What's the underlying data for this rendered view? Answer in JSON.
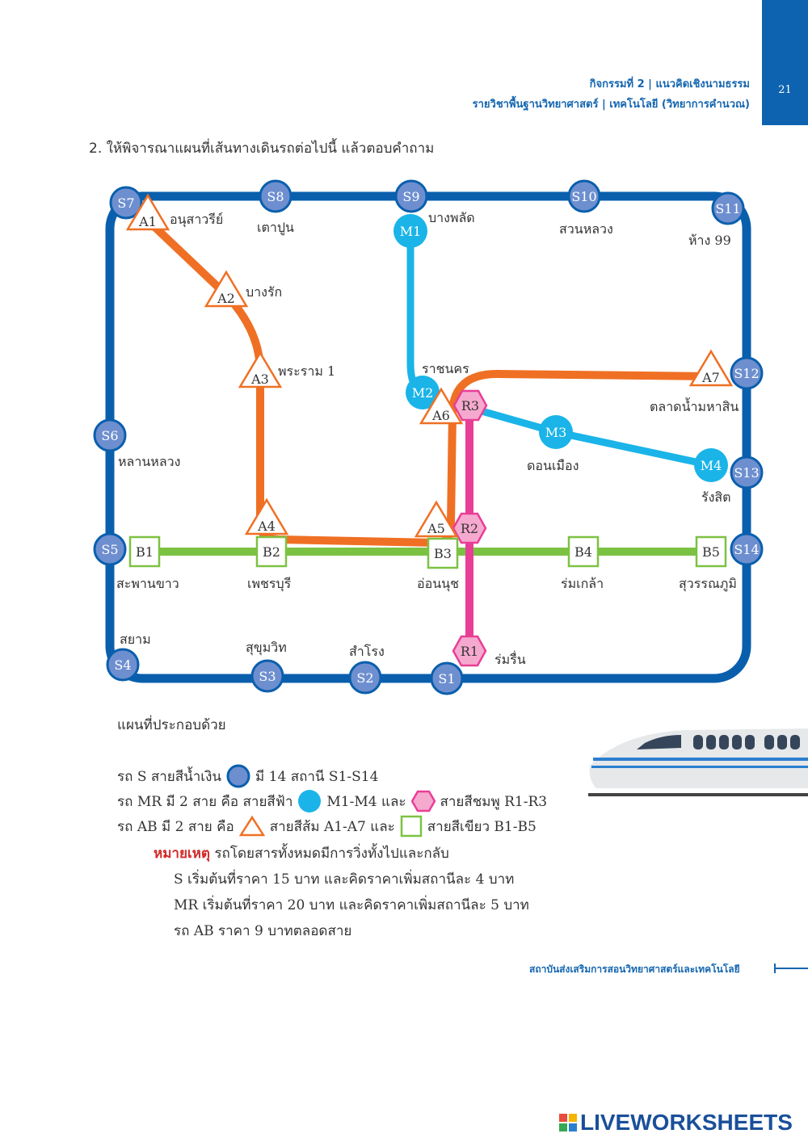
{
  "header": {
    "activity": "กิจกรรมที่ 2 | แนวคิดเชิงนามธรรม",
    "subject": "รายวิชาพื้นฐานวิทยาศาสตร์ | เทคโนโลยี (วิทยาการคำนวณ)",
    "page_number": "21"
  },
  "question": "2.   ให้พิจารณาแผนที่เส้นทางเดินรถต่อไปนี้ แล้วตอบคำถาม",
  "map": {
    "colors": {
      "S": "#0a5fad",
      "S_fill": "#6e8fcf",
      "M": "#1ab4e8",
      "R": "#e83e96",
      "R_fill": "#f6a9cf",
      "A": "#ef7024",
      "B": "#7cc242"
    },
    "stations": {
      "S": [
        "S1",
        "S2",
        "S3",
        "S4",
        "S5",
        "S6",
        "S7",
        "S8",
        "S9",
        "S10",
        "S11",
        "S12",
        "S13",
        "S14"
      ],
      "M": [
        "M1",
        "M2",
        "M3",
        "M4"
      ],
      "R": [
        "R1",
        "R2",
        "R3"
      ],
      "A": [
        "A1",
        "A2",
        "A3",
        "A4",
        "A5",
        "A6",
        "A7"
      ],
      "B": [
        "B1",
        "B2",
        "B3",
        "B4",
        "B5"
      ]
    },
    "place_names": [
      "อนุสาวรีย์",
      "เตาปูน",
      "บางพลัด",
      "สวนหลวง",
      "ห้าง 99",
      "บางรัก",
      "พระราม 1",
      "ราชนคร",
      "ตลาดน้ำมหาสิน",
      "หลานหลวง",
      "ดอนเมือง",
      "รังสิต",
      "สะพานขาว",
      "เพชรบุรี",
      "อ่อนนุช",
      "ร่มเกล้า",
      "สุวรรณภูมิ",
      "สยาม",
      "สุขุมวิท",
      "สำโรง",
      "ร่มรื่น"
    ]
  },
  "legend": {
    "intro": "แผนที่ประกอบด้วย",
    "line1a": "รถ S สายสีน้ำเงิน",
    "line1b": "มี 14 สถานี S1-S14",
    "line2a": "รถ MR มี 2 สาย คือ สายสีฟ้า",
    "line2b": "M1-M4 และ",
    "line2c": "สายสีชมพู R1-R3",
    "line3a": "รถ AB มี 2 สาย คือ",
    "line3b": "สายสีส้ม A1-A7 และ",
    "line3c": "สายสีเขียว B1-B5",
    "note_label": "หมายเหตุ",
    "note": "รถโดยสารทั้งหมดมีการวิ่งทั้งไปและกลับ",
    "fare_s": "S เริ่มต้นที่ราคา 15 บาท และคิดราคาเพิ่มสถานีละ 4 บาท",
    "fare_mr": "MR เริ่มต้นที่ราคา 20 บาท และคิดราคาเพิ่มสถานีละ 5 บาท",
    "fare_ab": "รถ AB ราคา 9 บาทตลอดสาย"
  },
  "footer": "สถาบันส่งเสริมการสอนวิทยาศาสตร์และเทคโนโลยี",
  "watermark": "LIVEWORKSHEETS"
}
